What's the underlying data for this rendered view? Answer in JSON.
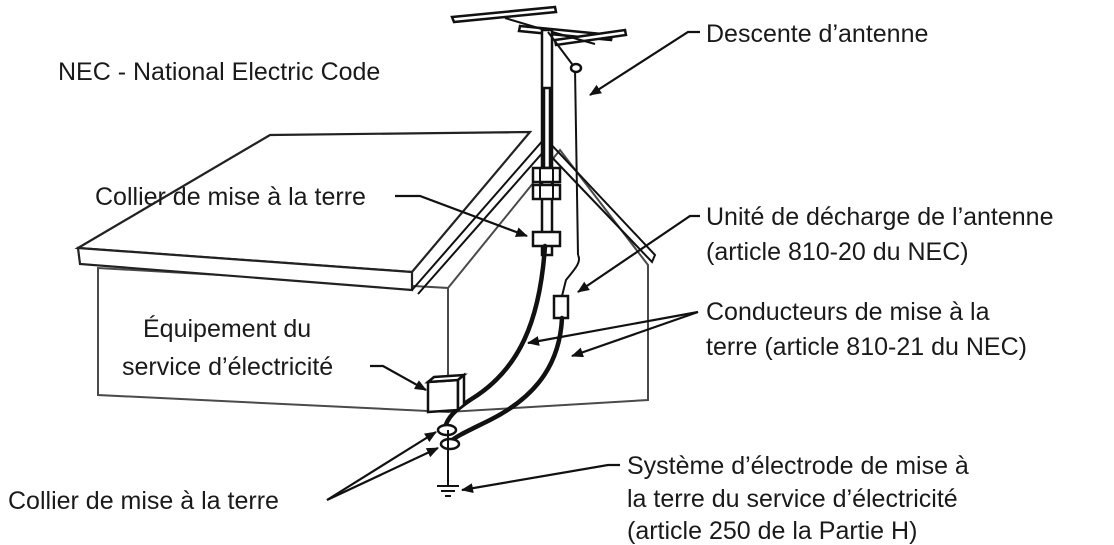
{
  "labels": {
    "nec_title": "NEC - National Electric Code",
    "antenna_lead": "Descente d’antenne",
    "ground_clamp_top": "Collier de mise à la terre",
    "discharge_unit_1": "Unité de décharge de l’antenne",
    "discharge_unit_2": "(article 810-20 du NEC)",
    "equipment_1": "Équipement du",
    "equipment_2": "service d’électricité",
    "conductors_1": "Conducteurs de mise à la",
    "conductors_2": "terre (article 810-21 du NEC)",
    "electrode_1": "Système d’électrode de mise à",
    "electrode_2": "la terre du service d’électricité",
    "electrode_3": "(article 250 de la Partie H)",
    "ground_clamp_bottom": "Collier de mise à la terre"
  }
}
